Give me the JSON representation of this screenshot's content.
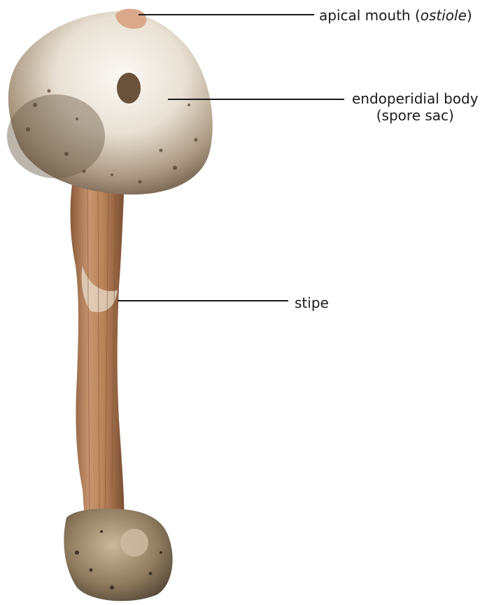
{
  "labels": {
    "ostiole_prefix": "apical mouth (",
    "ostiole_term": "ostiole",
    "ostiole_suffix": ")",
    "endoperidial_line1": "endoperidial body",
    "endoperidial_line2": "(spore sac)",
    "stipe": "stipe"
  },
  "colors": {
    "background": "#ffffff",
    "leader_line": "#1a1a1a",
    "cap": "#e8e0d4",
    "stipe": "#b07a55",
    "base": "#8a7a62"
  }
}
